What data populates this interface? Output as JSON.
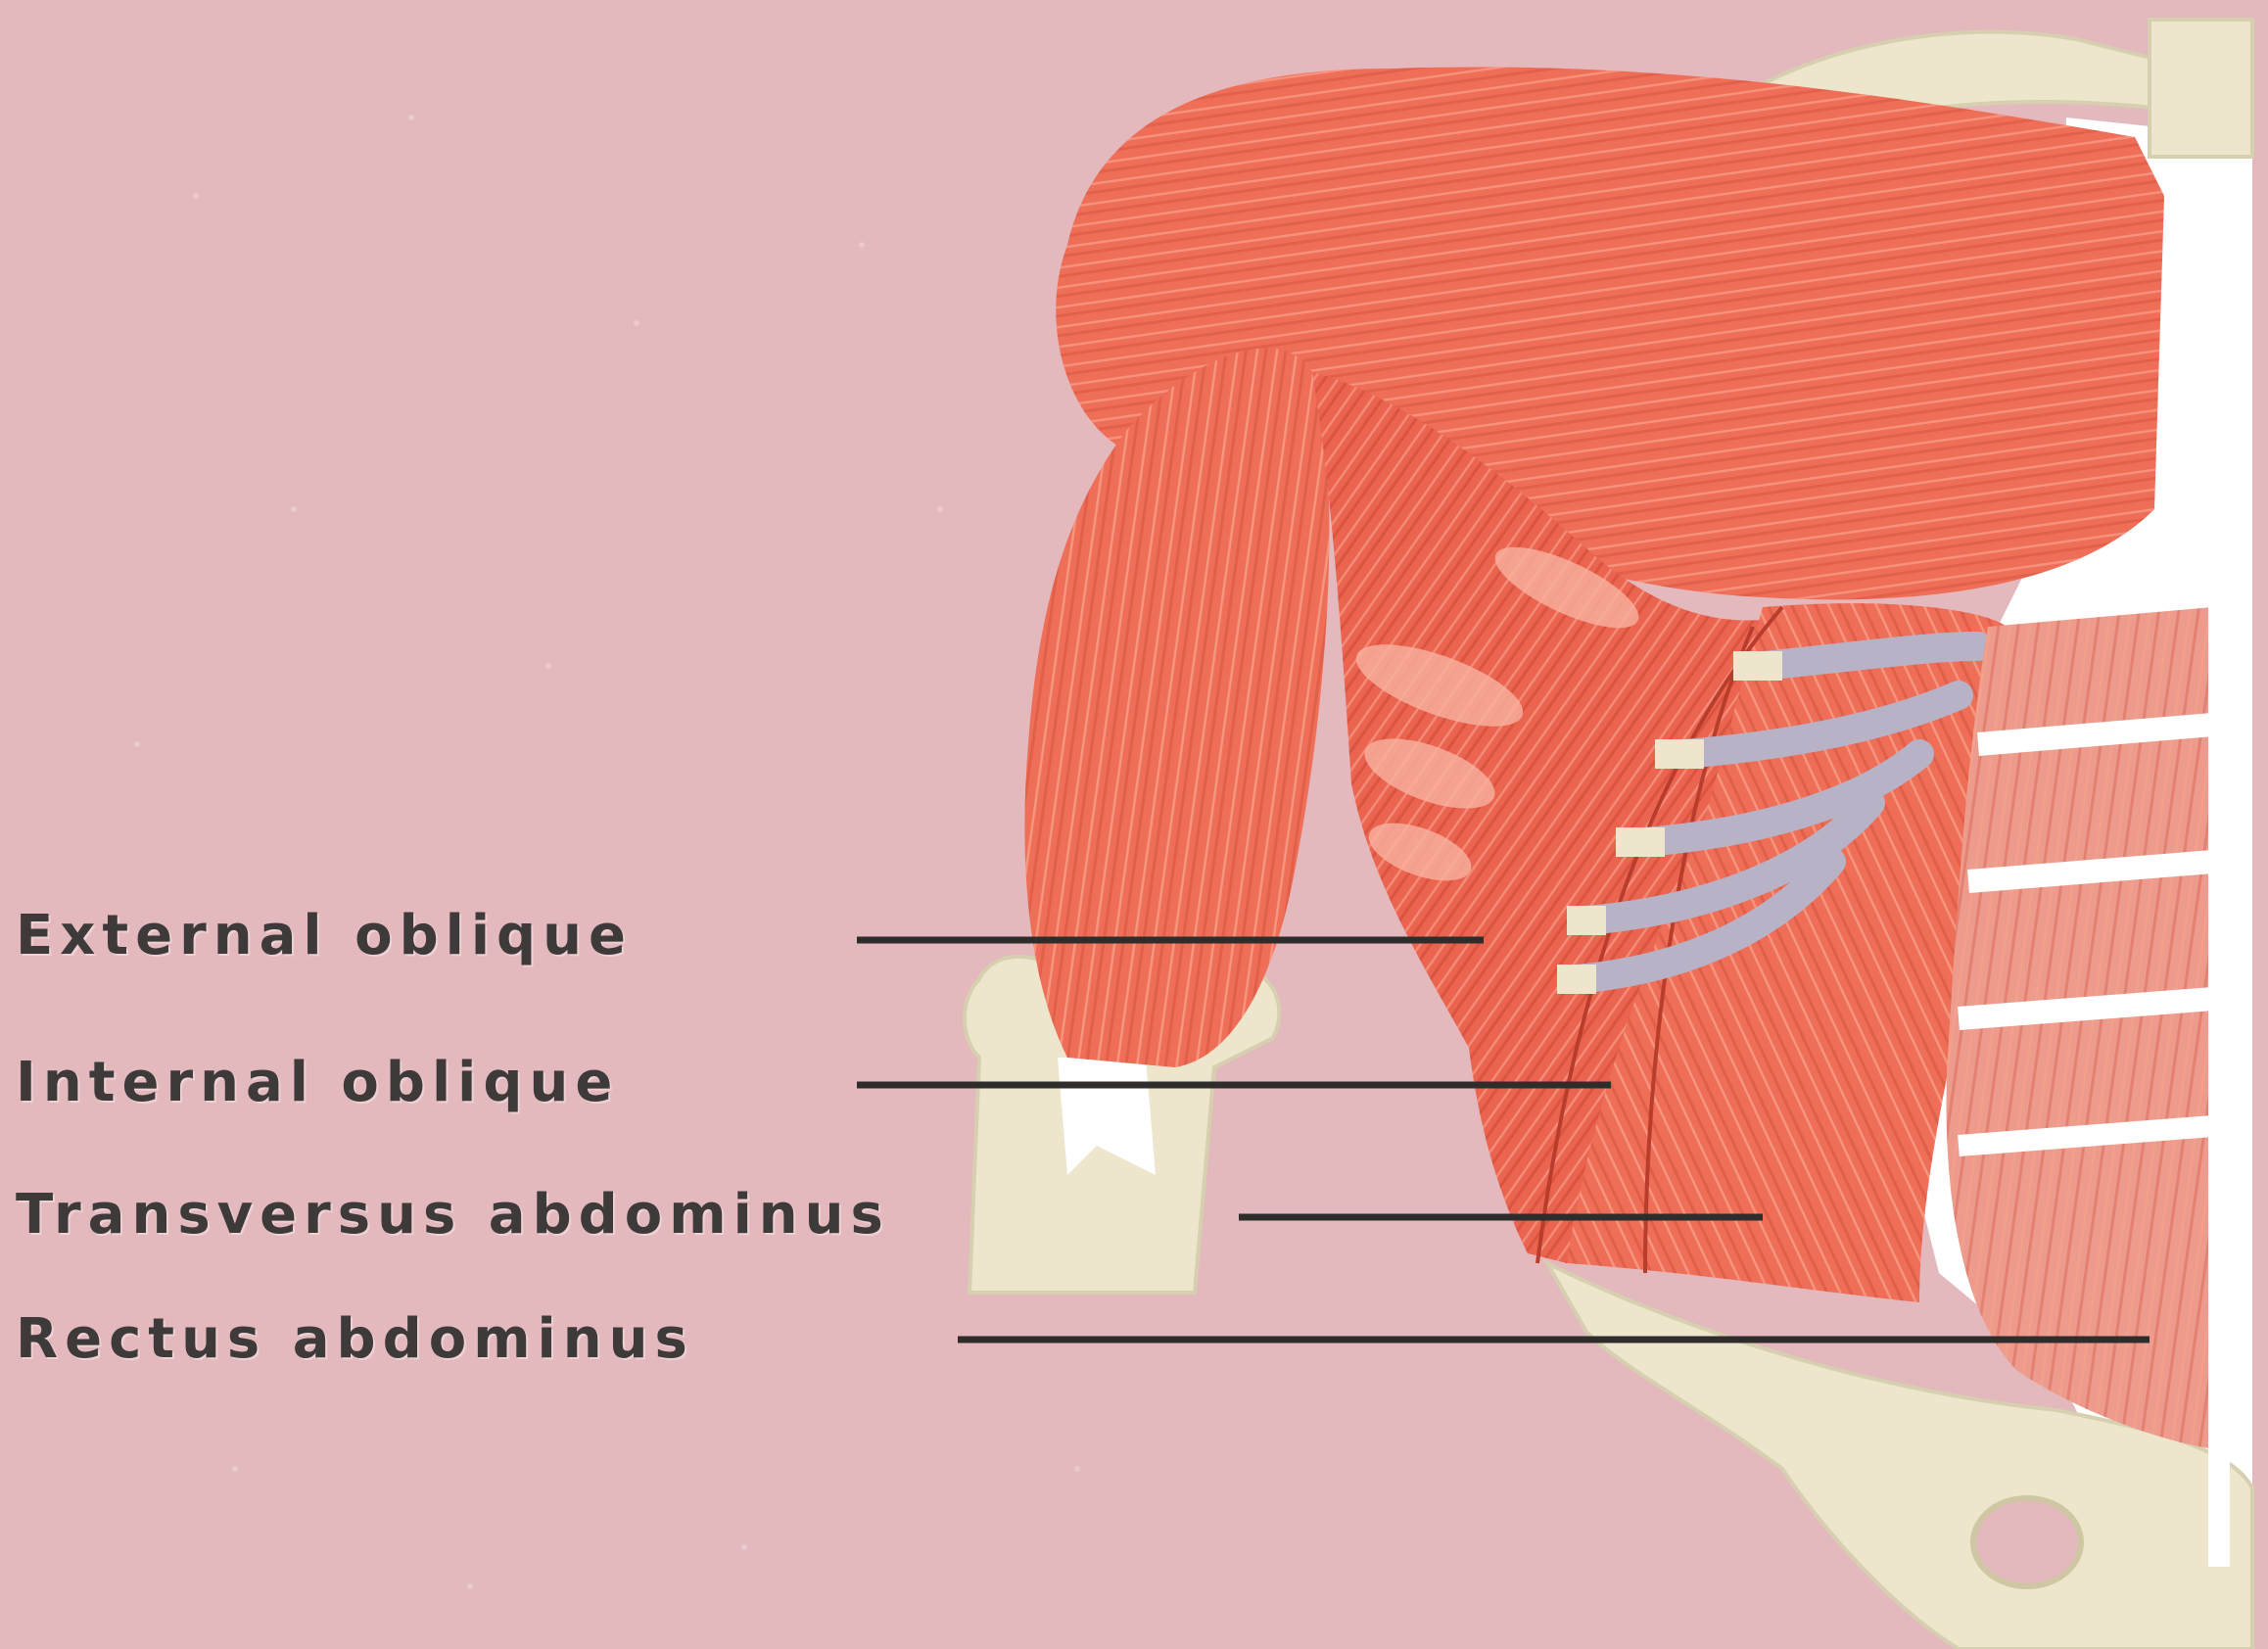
{
  "labels": {
    "external_oblique": "External oblique",
    "internal_oblique": "Internal oblique",
    "transversus_abdominus": "Transversus abdominus",
    "rectus_abdominus": "Rectus abdominus"
  },
  "colors": {
    "background": "#e3b9bd",
    "muscle": "#ef6e58",
    "muscle_dark": "#d9503e",
    "bone": "#ede6cc",
    "cartilage": "#b7b2c6",
    "label_text": "#3e3a3a",
    "leader_line": "#2f2c2c"
  }
}
